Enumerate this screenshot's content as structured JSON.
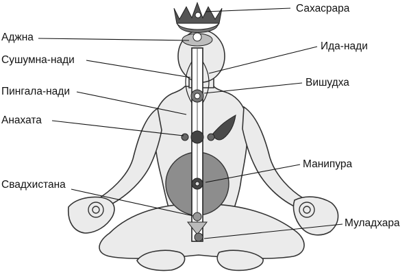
{
  "labels": {
    "sahasrara": "Сахасрара",
    "ajna": "Аджна",
    "ida": "Ида-нади",
    "sushumna": "Сушумна-нади",
    "vishuddha": "Вишудха",
    "pingala": "Пингала-нади",
    "anahata": "Анахата",
    "manipura": "Манипура",
    "svadhisthana": "Свадхистана",
    "muladhara": "Муладхара"
  }
}
